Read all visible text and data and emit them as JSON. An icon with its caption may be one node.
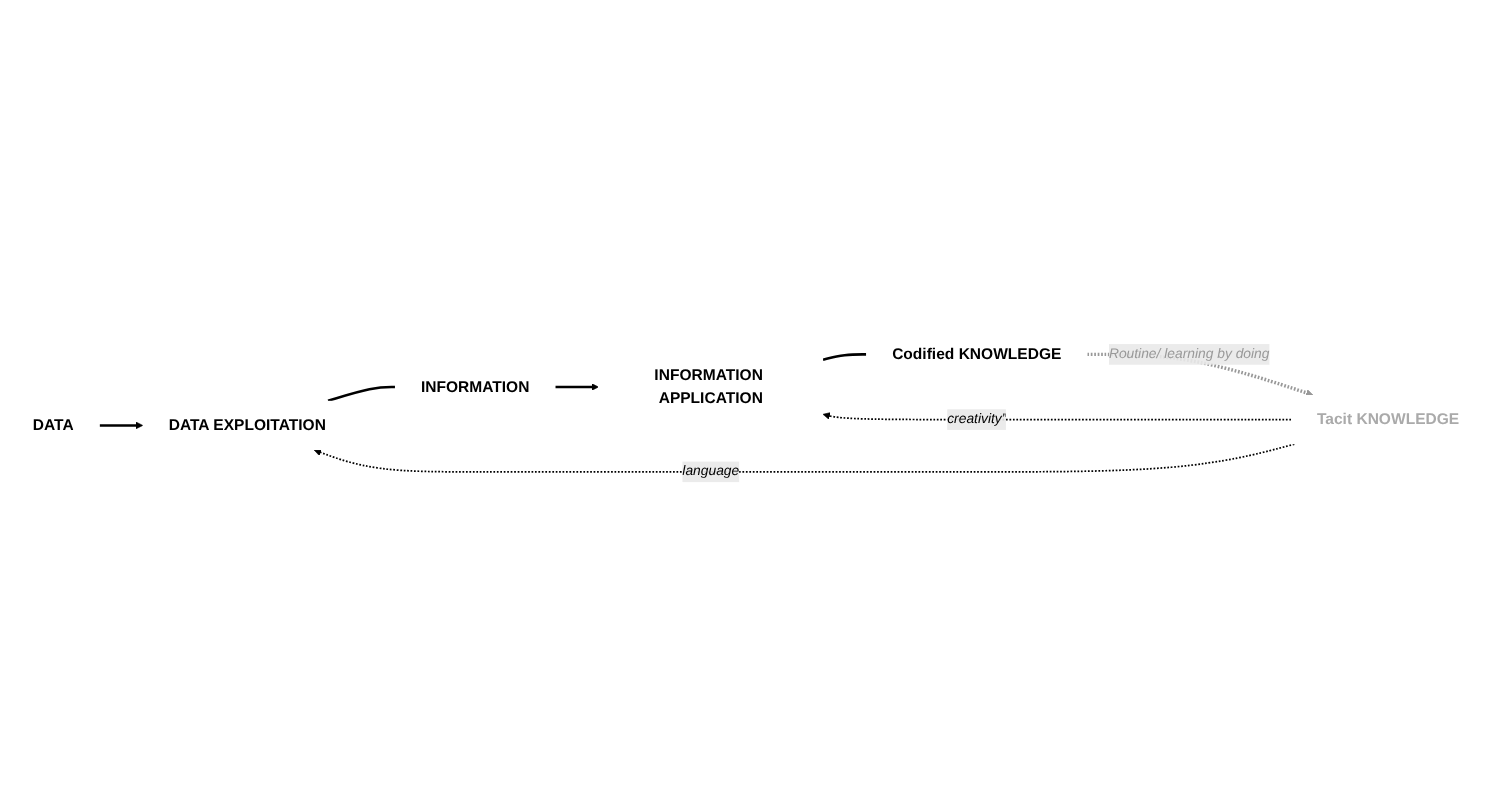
{
  "diagram": {
    "nodes": [
      {
        "text": [
          "DATA"
        ]
      },
      {
        "text": [
          "DATA EXPLOITATION"
        ]
      },
      {
        "text": [
          "INFORMATION"
        ]
      },
      {
        "text": [
          "INFORMATION APPLICATION"
        ]
      },
      {
        "text": [
          "Codified KNOWLEDGE"
        ]
      },
      {
        "text": [
          "Tacit KNOWLEDGE"
        ]
      }
    ],
    "edges": [
      {
        "from": 0,
        "to": 1,
        "arrow": "to"
      },
      {
        "from": 1,
        "to": 2,
        "arrow": "none"
      },
      {
        "from": 2,
        "to": 3,
        "arrow": "to"
      },
      {
        "from": 3,
        "to": 4,
        "arrow": "none"
      },
      {
        "from": 5,
        "to": 1,
        "arrow": "to",
        "style": "dashed",
        "label": "language"
      },
      {
        "from": 5,
        "to": 3,
        "arrow": "to",
        "style": "dashed",
        "label": "creativity”"
      },
      {
        "from": 4,
        "to": 5,
        "arrow": "to",
        "style": "dashed",
        "color": "#999999",
        "label": "Routine/ learning by doing"
      }
    ]
  }
}
